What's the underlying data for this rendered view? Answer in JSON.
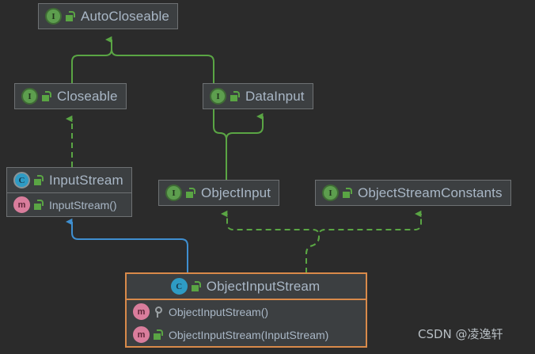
{
  "diagram": {
    "type": "uml-class-hierarchy",
    "background_color": "#2b2b2b",
    "node_fill": "#3c3f41",
    "node_border": "#6e7173",
    "selected_border": "#d98a4a",
    "text_color": "#a9b7c6",
    "edge_green": "#5aa544",
    "edge_blue": "#3f8fd0"
  },
  "nodes": {
    "autocloseable": {
      "title": "AutoCloseable",
      "kind_icon": "interface-icon",
      "visibility_icon": "public-unlock-icon",
      "members": []
    },
    "closeable": {
      "title": "Closeable",
      "kind_icon": "interface-icon",
      "visibility_icon": "public-unlock-icon",
      "members": []
    },
    "datainput": {
      "title": "DataInput",
      "kind_icon": "interface-icon",
      "visibility_icon": "public-unlock-icon",
      "members": []
    },
    "inputstream": {
      "title": "InputStream",
      "kind_icon": "class-abstract-icon",
      "visibility_icon": "public-unlock-icon",
      "members": [
        {
          "label": "InputStream()",
          "kind_icon": "method-icon",
          "visibility_icon": "public-unlock-icon"
        }
      ]
    },
    "objectinput": {
      "title": "ObjectInput",
      "kind_icon": "interface-icon",
      "visibility_icon": "public-unlock-icon",
      "members": []
    },
    "objectstreamconstants": {
      "title": "ObjectStreamConstants",
      "kind_icon": "interface-icon",
      "visibility_icon": "public-unlock-icon",
      "members": []
    },
    "objectinputstream": {
      "title": "ObjectInputStream",
      "kind_icon": "class-icon",
      "visibility_icon": "public-unlock-icon",
      "selected": true,
      "members": [
        {
          "label": "ObjectInputStream()",
          "kind_icon": "method-icon",
          "visibility_icon": "protected-key-icon"
        },
        {
          "label": "ObjectInputStream(InputStream)",
          "kind_icon": "method-icon",
          "visibility_icon": "public-unlock-icon"
        }
      ]
    }
  },
  "edges": [
    {
      "from": "closeable",
      "to": "autocloseable",
      "style": "solid",
      "color": "#5aa544",
      "relation": "extends"
    },
    {
      "from": "objectinput",
      "to": "autocloseable",
      "style": "solid",
      "color": "#5aa544",
      "relation": "extends"
    },
    {
      "from": "inputstream",
      "to": "closeable",
      "style": "dashed",
      "color": "#5aa544",
      "relation": "implements"
    },
    {
      "from": "objectinput",
      "to": "datainput",
      "style": "solid",
      "color": "#5aa544",
      "relation": "extends"
    },
    {
      "from": "objectinputstream",
      "to": "inputstream",
      "style": "solid",
      "color": "#3f8fd0",
      "relation": "extends"
    },
    {
      "from": "objectinputstream",
      "to": "objectinput",
      "style": "dashed",
      "color": "#5aa544",
      "relation": "implements"
    },
    {
      "from": "objectinputstream",
      "to": "objectstreamconstants",
      "style": "dashed",
      "color": "#5aa544",
      "relation": "implements"
    }
  ],
  "watermark": {
    "text": "CSDN @凌逸轩"
  }
}
